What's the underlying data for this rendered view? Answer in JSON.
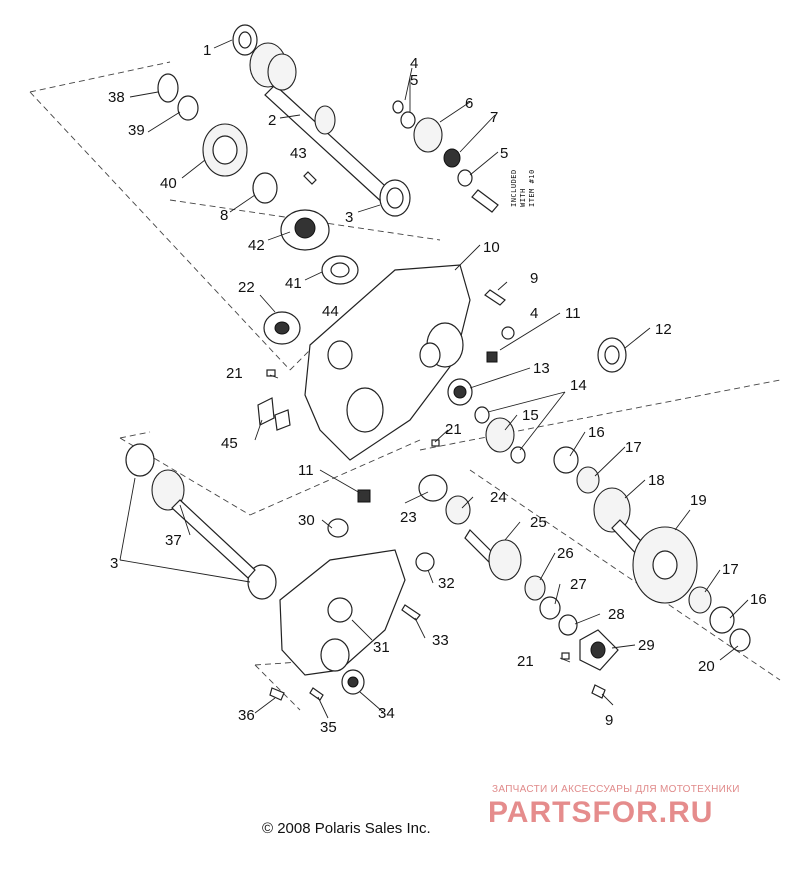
{
  "diagram": {
    "callouts": [
      "1",
      "2",
      "3",
      "4",
      "5",
      "6",
      "7",
      "5",
      "8",
      "9",
      "10",
      "11",
      "12",
      "13",
      "14",
      "15",
      "16",
      "17",
      "18",
      "19",
      "17",
      "16",
      "20",
      "21",
      "22",
      "21",
      "23",
      "24",
      "25",
      "26",
      "27",
      "28",
      "29",
      "21",
      "9",
      "30",
      "31",
      "32",
      "33",
      "34",
      "35",
      "36",
      "37",
      "3",
      "38",
      "39",
      "40",
      "41",
      "42",
      "43",
      "44",
      "45",
      "11",
      "4"
    ],
    "note_lines": [
      "INCLUDED",
      "WITH",
      "ITEM #10"
    ]
  },
  "footer": {
    "copyright": "© 2008 Polaris Sales Inc."
  },
  "watermark": {
    "subtitle": "ЗАПЧАСТИ И АКСЕССУАРЫ ДЛЯ МОТОТЕХНИКИ",
    "brand": "PARTSFOR.RU"
  },
  "colors": {
    "ink": "#222222",
    "watermark": "#e58c8c"
  }
}
